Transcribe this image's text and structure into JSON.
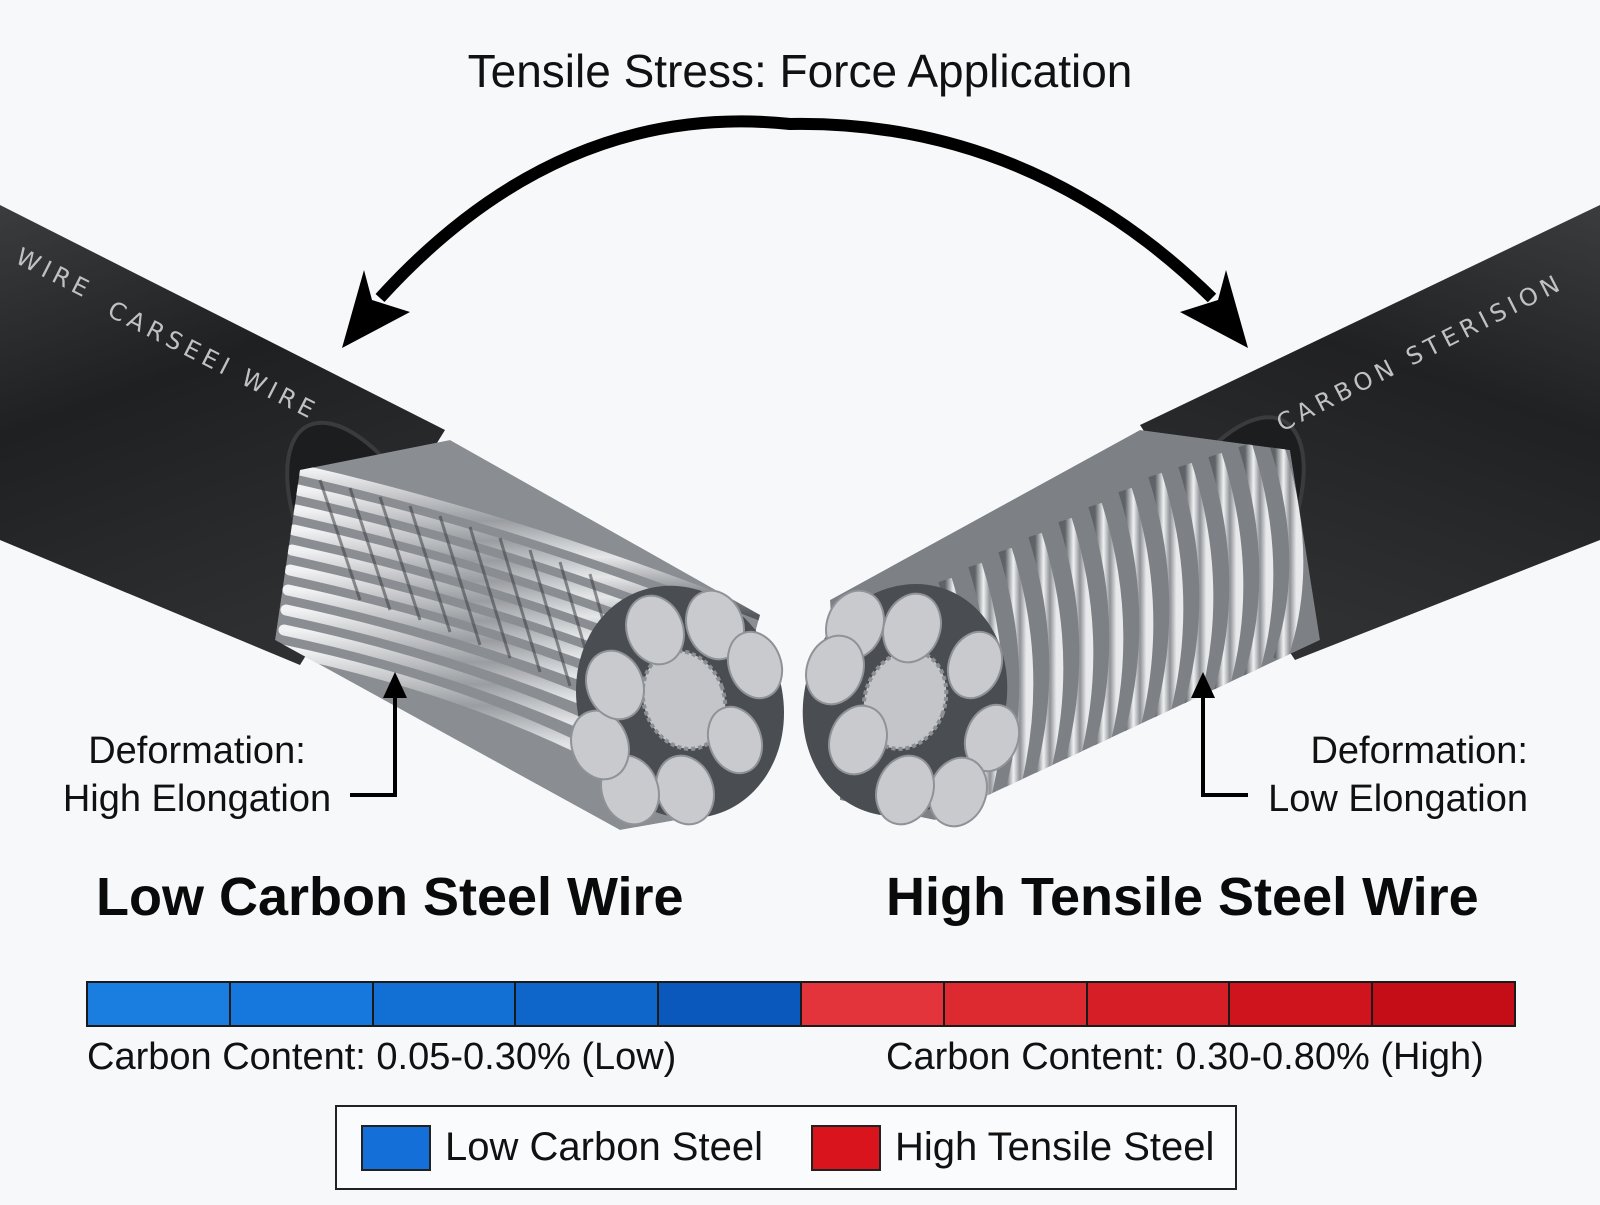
{
  "title": "Tensile Stress: Force Application",
  "arrow": {
    "icon": "double-curved-arrow-icon",
    "color": "#000000"
  },
  "left_cable": {
    "jacket_text_1": "WIRE",
    "jacket_text_2": "CARSEEI WIRE",
    "strand_style": "helically twisted strands",
    "annotation": {
      "line1": "Deformation:",
      "line2": "High Elongation"
    },
    "heading": "Low Carbon Steel Wire"
  },
  "right_cable": {
    "jacket_text": "CARBON STERISION",
    "strand_style": "tightly coiled wraps",
    "annotation": {
      "line1": "Deformation:",
      "line2": "Low Elongation"
    },
    "heading": "High Tensile Steel Wire"
  },
  "scale_bar": {
    "segments": [
      {
        "color": "#1a7ee0"
      },
      {
        "color": "#1678dc"
      },
      {
        "color": "#126fd4"
      },
      {
        "color": "#0e65ca"
      },
      {
        "color": "#0a58bc"
      },
      {
        "color": "#e2343a"
      },
      {
        "color": "#dd2a30"
      },
      {
        "color": "#d61e26"
      },
      {
        "color": "#cf141e"
      },
      {
        "color": "#c50d18"
      }
    ],
    "low_label": "Carbon Content: 0.05-0.30% (Low)",
    "high_label": "Carbon Content: 0.30-0.80% (High)"
  },
  "legend": {
    "items": [
      {
        "label": "Low Carbon Steel",
        "color": "#1470d8"
      },
      {
        "label": "High Tensile Steel",
        "color": "#d9141c"
      }
    ]
  },
  "colors": {
    "jacket": "#2a2b2d",
    "steel_light": "#d6d8db",
    "steel_dark": "#5c5f63",
    "background": "#f7f8f9"
  }
}
